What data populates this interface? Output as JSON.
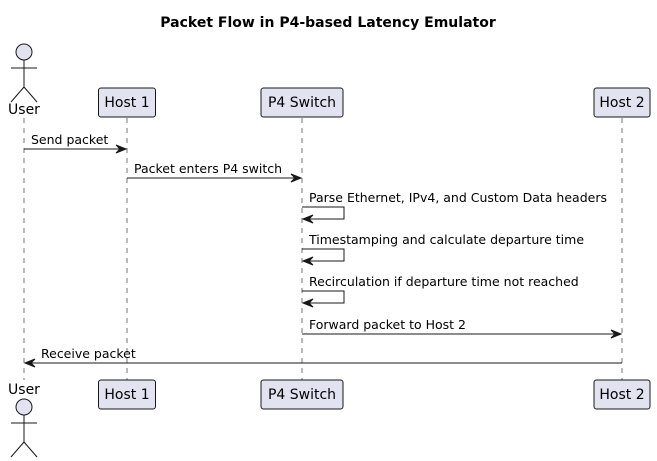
{
  "title": "Packet Flow in P4-based Latency Emulator",
  "participants": [
    {
      "id": "user",
      "label": "User",
      "kind": "actor"
    },
    {
      "id": "host1",
      "label": "Host 1",
      "kind": "box"
    },
    {
      "id": "p4switch",
      "label": "P4 Switch",
      "kind": "box"
    },
    {
      "id": "host2",
      "label": "Host 2",
      "kind": "box"
    }
  ],
  "messages": [
    {
      "from": "user",
      "to": "host1",
      "label": "Send packet"
    },
    {
      "from": "host1",
      "to": "p4switch",
      "label": "Packet enters P4 switch"
    },
    {
      "from": "p4switch",
      "to": "p4switch",
      "label": "Parse Ethernet, IPv4, and Custom Data headers"
    },
    {
      "from": "p4switch",
      "to": "p4switch",
      "label": "Timestamping and calculate departure time"
    },
    {
      "from": "p4switch",
      "to": "p4switch",
      "label": "Recirculation if departure time not reached"
    },
    {
      "from": "p4switch",
      "to": "host2",
      "label": "Forward packet to Host 2"
    },
    {
      "from": "host2",
      "to": "user",
      "label": "Receive packet"
    }
  ],
  "colors": {
    "participant_fill": "#E2E2F0",
    "stroke": "#181818",
    "background": "#FFFFFF"
  }
}
